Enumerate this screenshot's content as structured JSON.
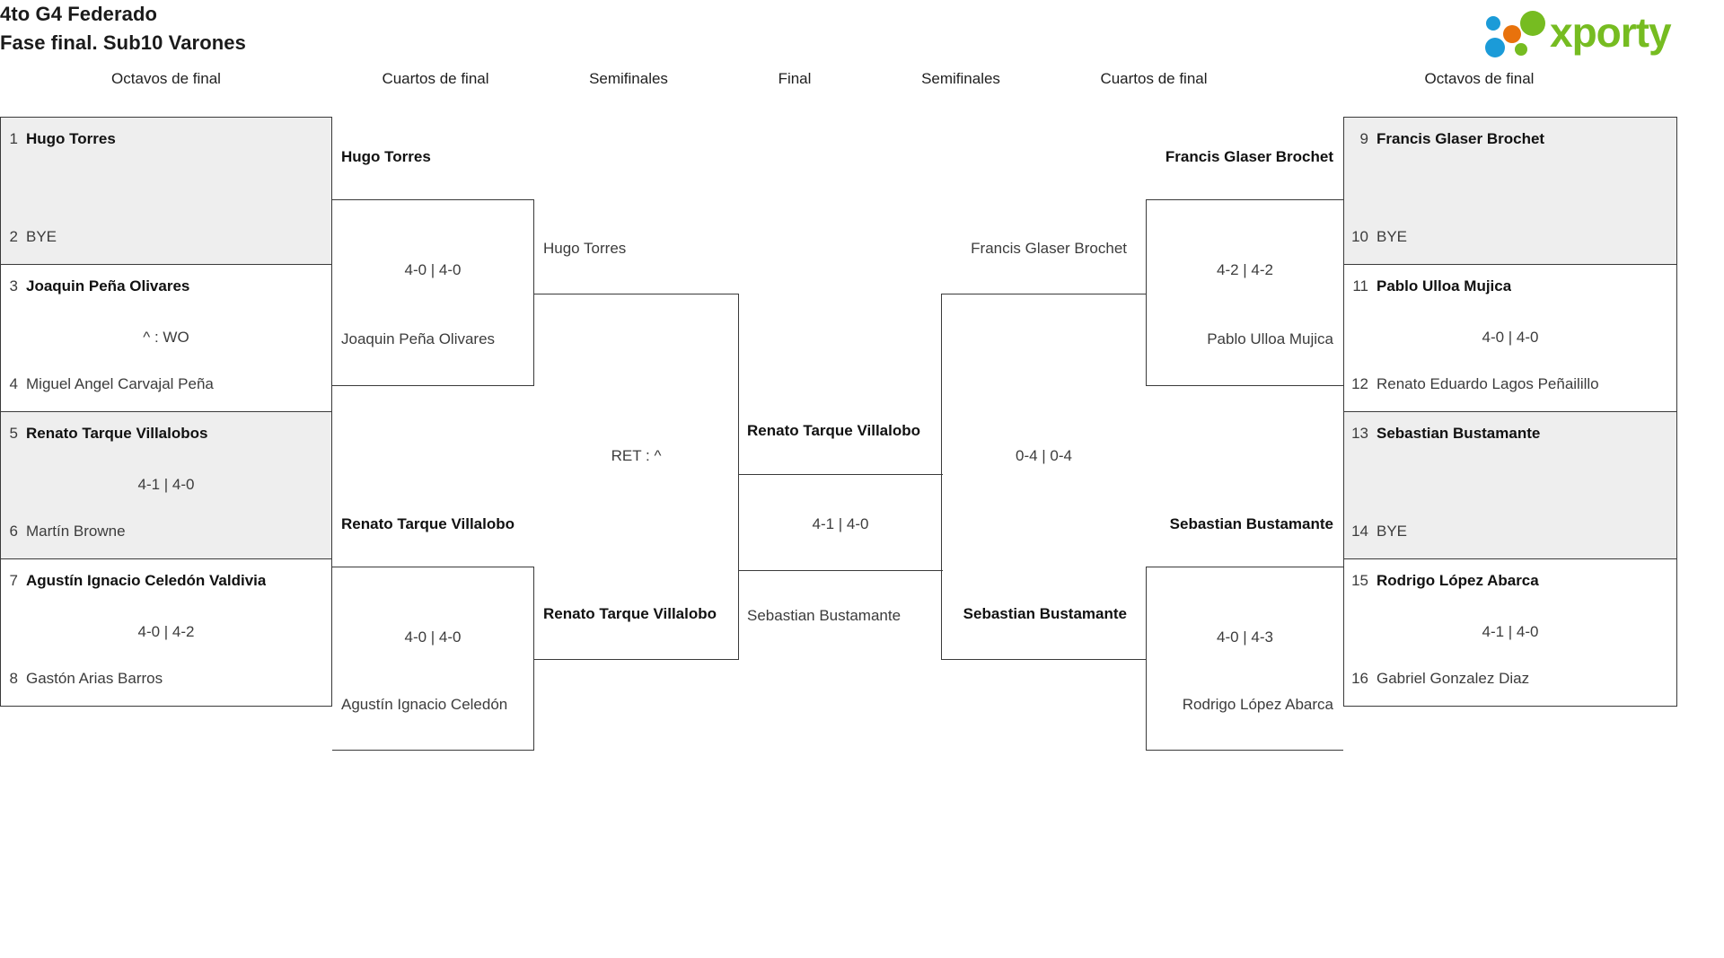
{
  "header": {
    "title_line1": "4to G4 Federado",
    "title_line2": "Fase final. Sub10 Varones",
    "logo_text": "xporty",
    "logo_colors": {
      "green": "#76bc21",
      "blue": "#1b9bd8",
      "orange": "#e8720c"
    }
  },
  "round_headers": {
    "left_octavos": "Octavos de final",
    "left_cuartos": "Cuartos de final",
    "left_semis": "Semifinales",
    "final": "Final",
    "right_semis": "Semifinales",
    "right_cuartos": "Cuartos de final",
    "right_octavos": "Octavos de final"
  },
  "bracket": {
    "left_octavos": [
      {
        "top_seed": "1",
        "top_name": "Hugo Torres",
        "top_win": true,
        "bot_seed": "2",
        "bot_name": "BYE",
        "bot_win": false,
        "score": ""
      },
      {
        "top_seed": "3",
        "top_name": "Joaquin Peña Olivares",
        "top_win": true,
        "bot_seed": "4",
        "bot_name": "Miguel Angel Carvajal Peña",
        "bot_win": false,
        "score": "^ : WO"
      },
      {
        "top_seed": "5",
        "top_name": "Renato Tarque Villalobos",
        "top_win": true,
        "bot_seed": "6",
        "bot_name": "Martín Browne",
        "bot_win": false,
        "score": "4-1 | 4-0"
      },
      {
        "top_seed": "7",
        "top_name": "Agustín Ignacio Celedón Valdivia",
        "top_win": true,
        "bot_seed": "8",
        "bot_name": "Gastón Arias Barros",
        "bot_win": false,
        "score": "4-0 | 4-2"
      }
    ],
    "right_octavos": [
      {
        "top_seed": "9",
        "top_name": "Francis Glaser Brochet",
        "top_win": true,
        "bot_seed": "10",
        "bot_name": "BYE",
        "bot_win": false,
        "score": ""
      },
      {
        "top_seed": "11",
        "top_name": "Pablo Ulloa Mujica",
        "top_win": true,
        "bot_seed": "12",
        "bot_name": "Renato Eduardo Lagos Peñailillo",
        "bot_win": false,
        "score": "4-0 | 4-0"
      },
      {
        "top_seed": "13",
        "top_name": "Sebastian Bustamante",
        "top_win": true,
        "bot_seed": "14",
        "bot_name": "BYE",
        "bot_win": false,
        "score": ""
      },
      {
        "top_seed": "15",
        "top_name": "Rodrigo López Abarca",
        "top_win": true,
        "bot_seed": "16",
        "bot_name": "Gabriel Gonzalez Diaz",
        "bot_win": false,
        "score": "4-1 | 4-0"
      }
    ],
    "left_cuartos": [
      {
        "top_name": "Hugo Torres",
        "top_win": true,
        "bot_name": "Joaquin Peña Olivares",
        "bot_win": false,
        "score": "4-0 | 4-0"
      },
      {
        "top_name": "Renato Tarque Villalobo",
        "top_win": true,
        "bot_name": "Agustín Ignacio Celedón",
        "bot_win": false,
        "score": "4-0 | 4-0"
      }
    ],
    "right_cuartos": [
      {
        "top_name": "Francis Glaser Brochet",
        "top_win": true,
        "bot_name": "Pablo Ulloa Mujica",
        "bot_win": false,
        "score": "4-2 | 4-2"
      },
      {
        "top_name": "Sebastian Bustamante",
        "top_win": true,
        "bot_name": "Rodrigo López Abarca",
        "bot_win": false,
        "score": "4-0 | 4-3"
      }
    ],
    "left_semis": [
      {
        "top_name": "Hugo Torres",
        "top_win": false,
        "bot_name": "Renato Tarque Villalobo",
        "bot_win": true,
        "score": "RET : ^"
      }
    ],
    "right_semis": [
      {
        "top_name": "Francis Glaser Brochet",
        "top_win": false,
        "bot_name": "Sebastian Bustamante",
        "bot_win": true,
        "score": "0-4 | 0-4"
      }
    ],
    "final": [
      {
        "top_name": "Renato Tarque Villalobo",
        "top_win": true,
        "bot_name": "Sebastian Bustamante",
        "bot_win": false,
        "score": "4-1 | 4-0"
      }
    ]
  }
}
